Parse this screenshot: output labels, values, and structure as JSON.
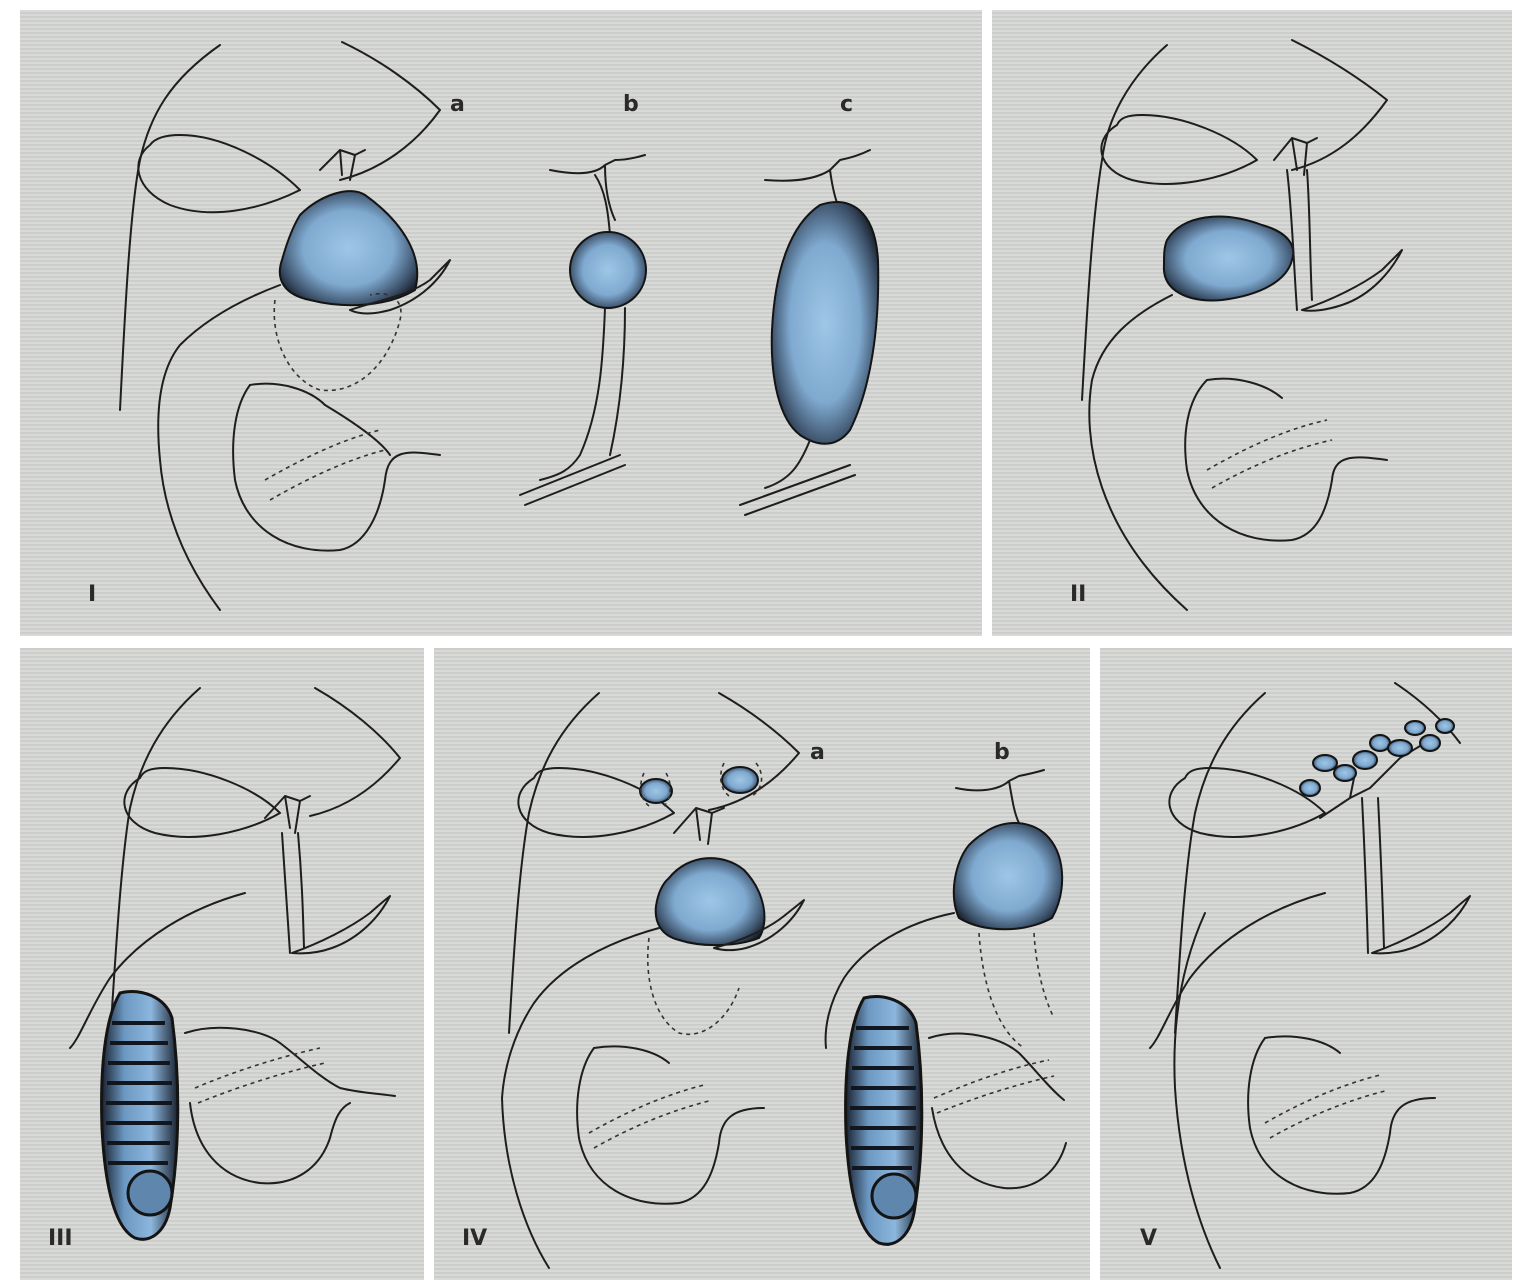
{
  "panels": {
    "p1": {
      "label": "I",
      "sublabels": [
        "a",
        "b",
        "c"
      ]
    },
    "p2": {
      "label": "II"
    },
    "p3": {
      "label": "III"
    },
    "p4": {
      "label": "IV",
      "sublabels": [
        "a",
        "b"
      ]
    },
    "p5": {
      "label": "V"
    }
  },
  "colors": {
    "cyst_fill": "#8fb8da",
    "cyst_shadow": "#1a1f2a",
    "background": "#d4d6d3",
    "line": "#1e1e1e"
  }
}
